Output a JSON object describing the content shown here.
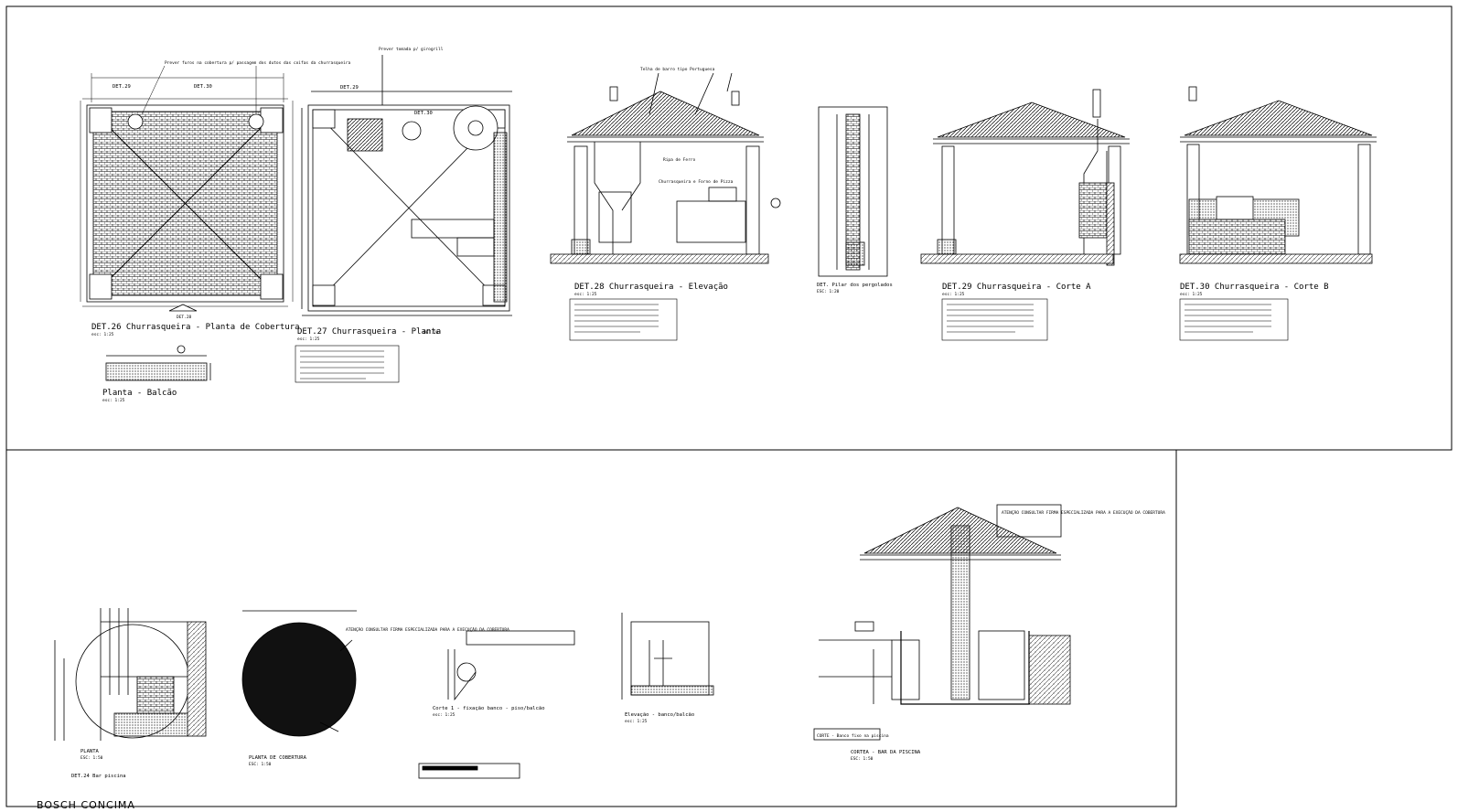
{
  "sheet": {
    "footer_text": "BOSCH   CONCIMA"
  },
  "top": {
    "det26": {
      "title": "DET.26 Churrasqueira - Planta de Cobertura",
      "scale": "esc: 1:25",
      "labels": [
        "DET.29",
        "DET.30",
        "DET.28"
      ],
      "note": "Prever furos na cobertura p/ passagem dos dutos das coifas da churrasqueira"
    },
    "balcao": {
      "title": "Planta - Balcão",
      "scale": "esc: 1:25"
    },
    "det27": {
      "title": "DET.27 Churrasqueira - Planta",
      "scale": "esc: 1:25",
      "labels": [
        "DET.29",
        "DET.30",
        "DET.28"
      ],
      "note": "Prever tomada p/ girogrill"
    },
    "det28": {
      "title": "DET.28 Churrasqueira - Elevação",
      "scale": "esc: 1:25",
      "annotations": [
        "Telha de barro tipo Portuguesa",
        "Churrasqueira e Forno de Pizza",
        "Ripa de Ferro"
      ]
    },
    "pilar": {
      "title": "DET. Pilar dos pergolados",
      "scale": "ESC: 1:20"
    },
    "det29": {
      "title": "DET.29 Churrasqueira - Corte A",
      "scale": "esc: 1:25"
    },
    "det30": {
      "title": "DET.30 Churrasqueira - Corte B",
      "scale": "esc: 1:25"
    }
  },
  "bottom": {
    "det24": {
      "title": "PLANTA",
      "scale": "ESC: 1:50",
      "caption": "DET.24 Bar piscina"
    },
    "cobertura": {
      "title": "PLANTA DE COBERTURA",
      "scale": "ESC: 1:50",
      "note": "ATENÇÃO CONSULTAR FIRMA ESPECIALIZADA PARA A EXECUÇÃO DA COBERTURA"
    },
    "corte1": {
      "title": "Corte 1 - fixação banco - piso/balcão",
      "scale": "esc: 1:25"
    },
    "elevacao": {
      "title": "Elevação - banco/balcão",
      "scale": "esc: 1:25"
    },
    "corte_bar": {
      "title": "CORTEA - BAR DA PISCINA",
      "scale": "ESC: 1:50",
      "label": "CORTE - Banco fixo na piscina",
      "note": "ATENÇÃO CONSULTAR FIRMA ESPECIALIZADA PARA A EXECUÇÃO DA COBERTURA"
    }
  }
}
